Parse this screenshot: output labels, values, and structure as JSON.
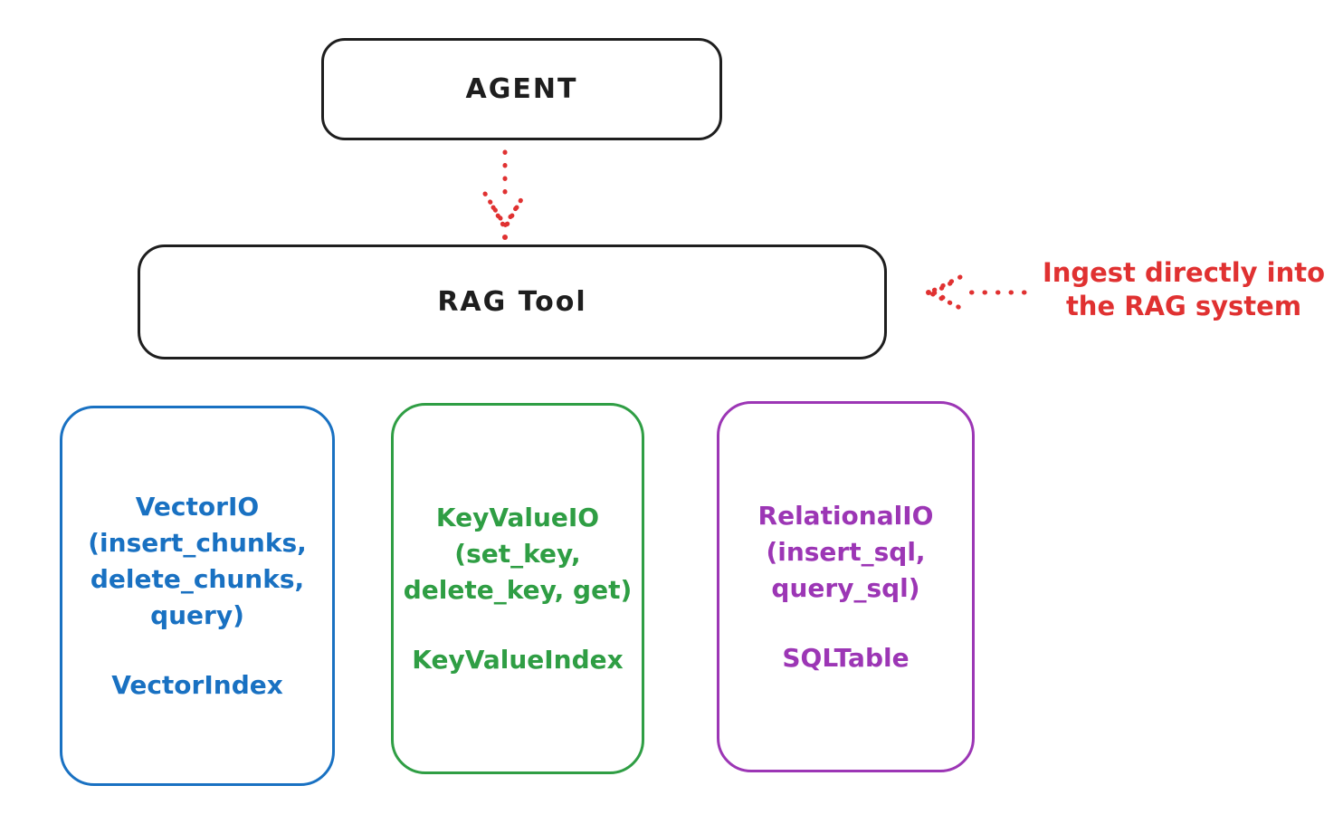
{
  "diagram": {
    "title_node": {
      "label": "AGENT"
    },
    "rag_node": {
      "label": "RAG Tool"
    },
    "annotation": {
      "line1": "Ingest directly into",
      "line2": "the RAG system"
    },
    "storage_boxes": [
      {
        "name": "vector-io",
        "color": "#1971c2",
        "lines": [
          "VectorIO",
          "(insert_chunks,",
          "delete_chunks,",
          "query)"
        ],
        "index_label": "VectorIndex"
      },
      {
        "name": "keyvalue-io",
        "color": "#2f9e44",
        "lines": [
          "KeyValueIO",
          "(set_key,",
          "delete_key, get)"
        ],
        "index_label": "KeyValueIndex"
      },
      {
        "name": "relational-io",
        "color": "#9c36b5",
        "lines": [
          "RelationalIO",
          "(insert_sql,",
          "query_sql)"
        ],
        "index_label": "SQLTable"
      }
    ],
    "colors": {
      "ink": "#1e1e1e",
      "red": "#e03131",
      "blue": "#1971c2",
      "green": "#2f9e44",
      "purple": "#9c36b5",
      "background": "#ffffff"
    }
  }
}
